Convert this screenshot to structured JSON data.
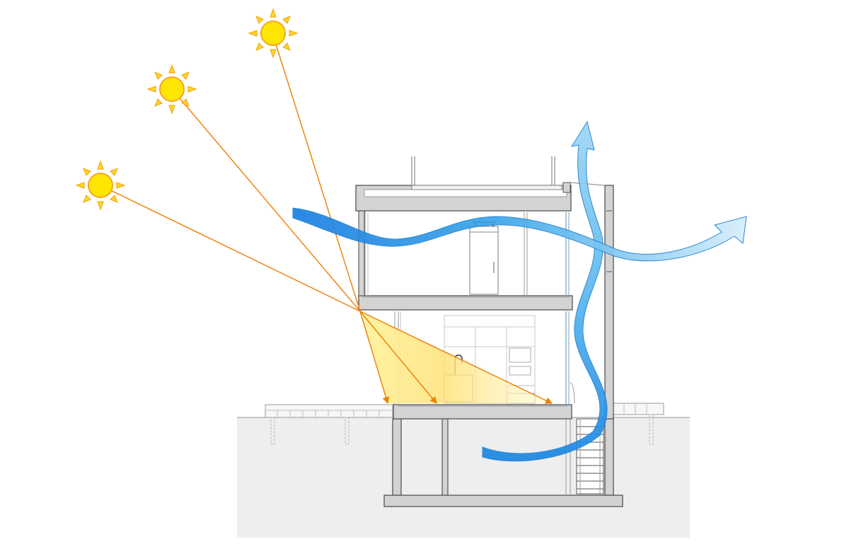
{
  "diagram": {
    "subject": "building-section-sun-and-ventilation",
    "colors": {
      "background": "#ffffff",
      "ground": "#eeeeee",
      "slab_fill": "#d3d3d3",
      "line": "#555555",
      "thin_line": "#9a9a9a",
      "sun": "#ffe600",
      "sun_ray": "#f5a623",
      "sun_ray_line": "#ee7f00",
      "light_wedge": "#ffe98a",
      "air_flow": "#1e90e0",
      "air_flow_light": "#a8dcf5"
    },
    "suns": [
      {
        "name": "low-sun",
        "angle": "low"
      },
      {
        "name": "mid-sun",
        "angle": "middle"
      },
      {
        "name": "high-sun",
        "angle": "high"
      }
    ],
    "icons": [
      "sun-icon",
      "air-flow-arrow-icon",
      "sun-ray-arrow-icon"
    ]
  }
}
